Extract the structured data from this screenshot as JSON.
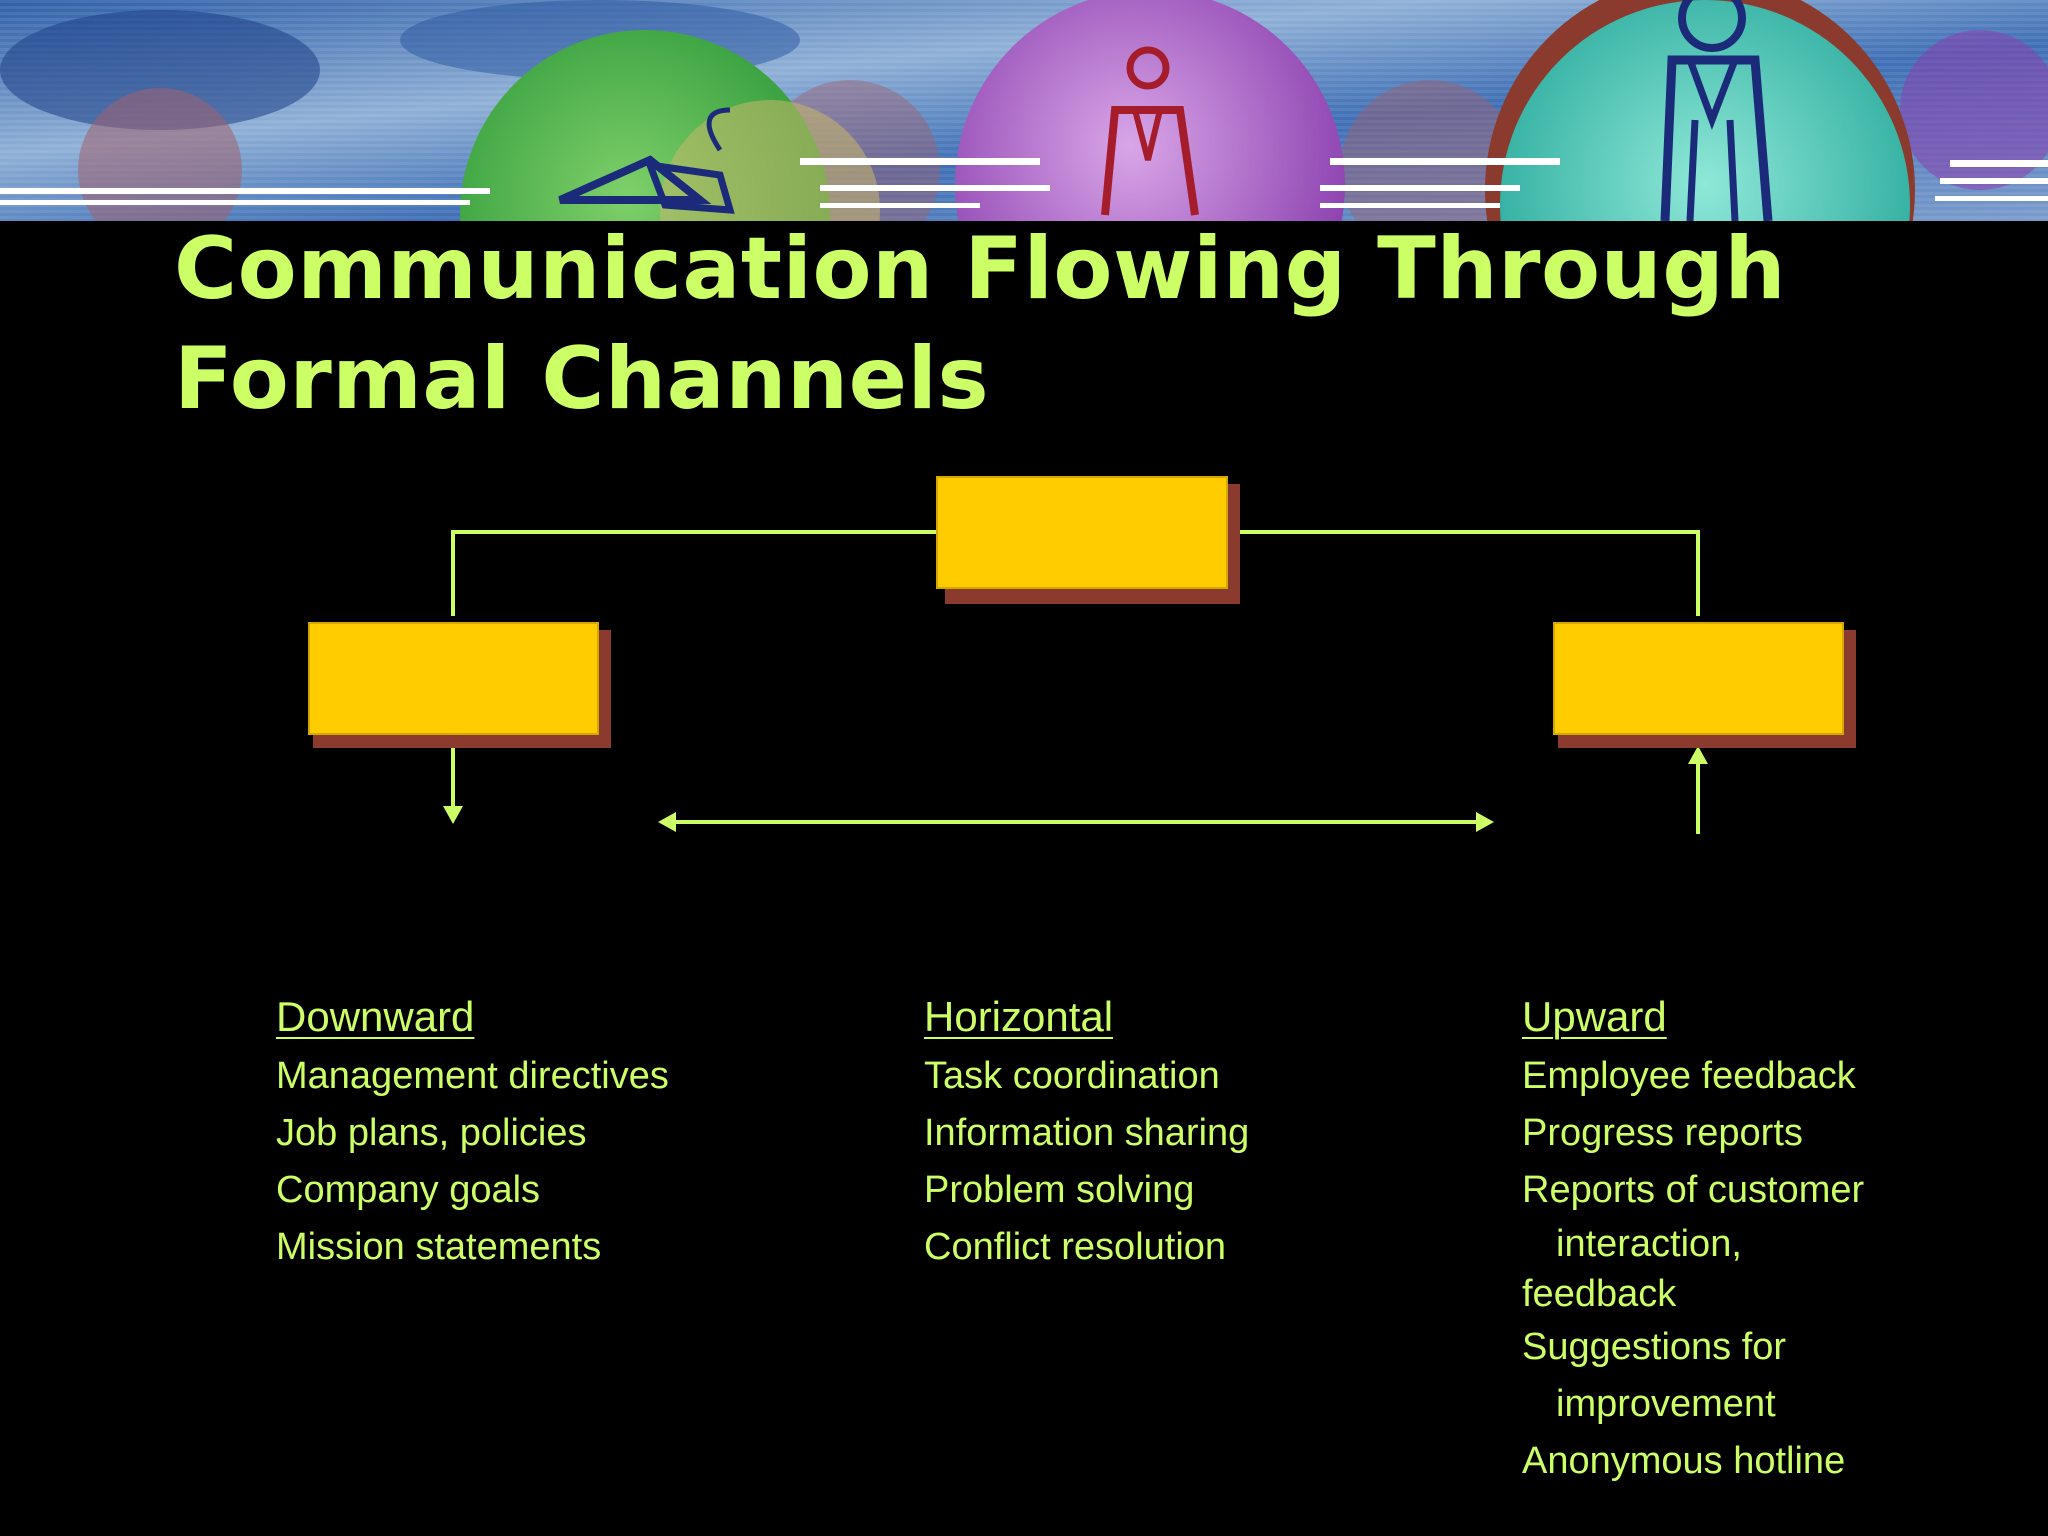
{
  "slide": {
    "title_line1": "Communication Flowing Through",
    "title_line2": "Formal Channels"
  },
  "colors": {
    "accent_text": "#ccff66",
    "box_fill": "#ffcc00",
    "box_shadow": "#8b3a2e",
    "connector": "#ccff66",
    "background": "#000000"
  },
  "columns": [
    {
      "heading": "Downward",
      "items": [
        "Management directives",
        "Job plans, policies",
        "Company goals",
        "Mission statements"
      ]
    },
    {
      "heading": "Horizontal",
      "items": [
        "Task coordination",
        "Information sharing",
        "Problem solving",
        "Conflict resolution"
      ]
    },
    {
      "heading": "Upward",
      "items": [
        "Employee feedback",
        "Progress reports",
        "Reports of customer",
        "interaction,",
        "feedback",
        "Suggestions for",
        "improvement",
        "Anonymous hotline"
      ]
    }
  ]
}
